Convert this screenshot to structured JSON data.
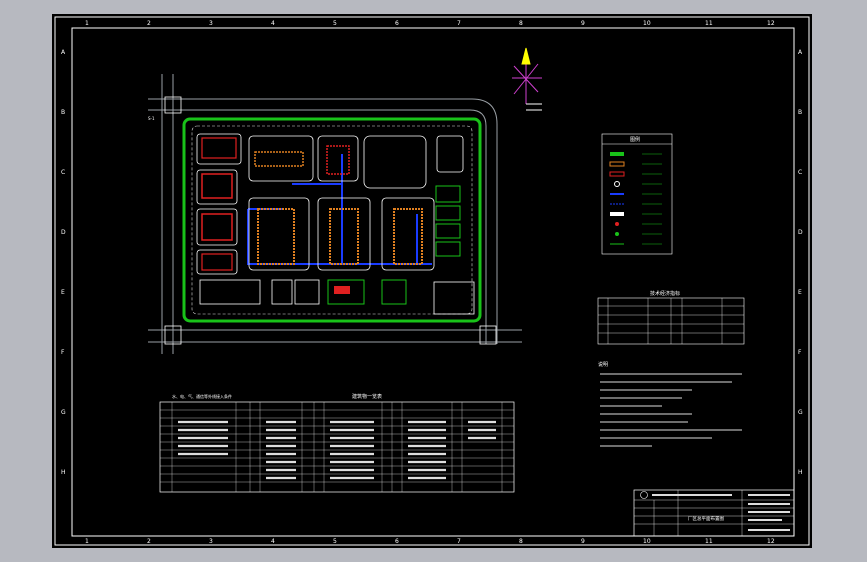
{
  "grid": {
    "columns": [
      "1",
      "2",
      "3",
      "4",
      "5",
      "6",
      "7",
      "8",
      "9",
      "10",
      "11",
      "12"
    ],
    "rows": [
      "A",
      "B",
      "C",
      "D",
      "E",
      "F",
      "G",
      "H"
    ]
  },
  "plan": {
    "road_marker": "S-1"
  },
  "legend": {
    "title": "图例"
  },
  "summary_table": {
    "title": "技术经济指标"
  },
  "building_table": {
    "title": "建筑物一览表",
    "side_title": "水、电、气、通信等外线接入条件"
  },
  "notes": {
    "title": "说明"
  },
  "title_block": {
    "project": "厂区总平面布置图"
  },
  "colors": {
    "sheet": "#000000",
    "frame": "#ffffff",
    "green": "#19c219",
    "red": "#e02020",
    "blue": "#1a3cff",
    "orange": "#e08020"
  }
}
